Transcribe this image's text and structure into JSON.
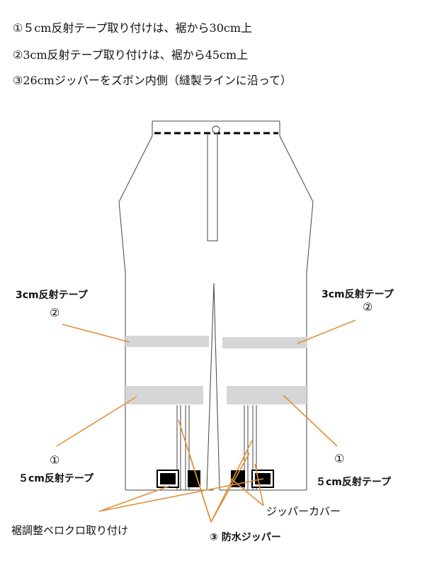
{
  "notes": [
    "①５cm反射テープ取り付けは、裾から30cm上",
    "②3cm反射テープ取り付けは、裾から45cm上",
    "③26cmジッパーをズボン内側（縫製ラインに沿って）"
  ],
  "labels": {
    "tape3_left": "3cm反射テープ",
    "tape3_left_num": "②",
    "tape3_right": "3cm反射テープ",
    "tape3_right_num": "②",
    "tape5_left_num": "①",
    "tape5_left": "５cm反射テープ",
    "tape5_right_num": "①",
    "tape5_right": "５cm反射テープ",
    "zipper_cover": "ジッパーカバー",
    "hem_velcro": "裾調整ベロクロ取り付け",
    "waterproof_zipper": "③ 防水ジッパー"
  },
  "colors": {
    "leader": "#e0913a",
    "tape": "#d6d6d6",
    "outline": "#444444",
    "black": "#000000"
  }
}
